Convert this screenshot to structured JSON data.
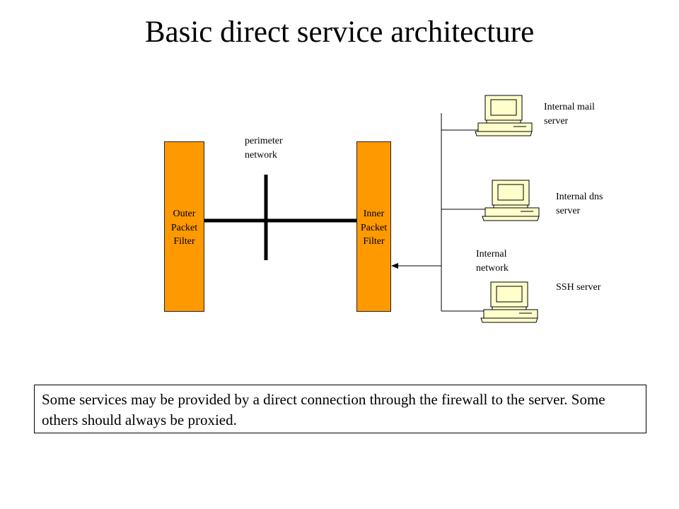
{
  "title": "Basic direct service architecture",
  "outer_filter": {
    "line1": "Outer",
    "line2": "Packet",
    "line3": "Filter"
  },
  "inner_filter": {
    "line1": "Inner",
    "line2": "Packet",
    "line3": "Filter"
  },
  "perimeter_label": {
    "line1": "perimeter",
    "line2": "network"
  },
  "internal_label": {
    "line1": "Internal",
    "line2": "network"
  },
  "servers": {
    "mail": {
      "line1": "Internal mail",
      "line2": "server",
      "icon": "computer-icon"
    },
    "dns": {
      "line1": "Internal dns",
      "line2": "server",
      "icon": "computer-icon"
    },
    "ssh": {
      "line1": "SSH server",
      "icon": "computer-icon"
    }
  },
  "caption": "Some services may be provided by a direct connection through the firewall to the server. Some others should always be proxied.",
  "colors": {
    "filter_fill": "#ff9900",
    "computer_fill": "#ffffcc"
  }
}
